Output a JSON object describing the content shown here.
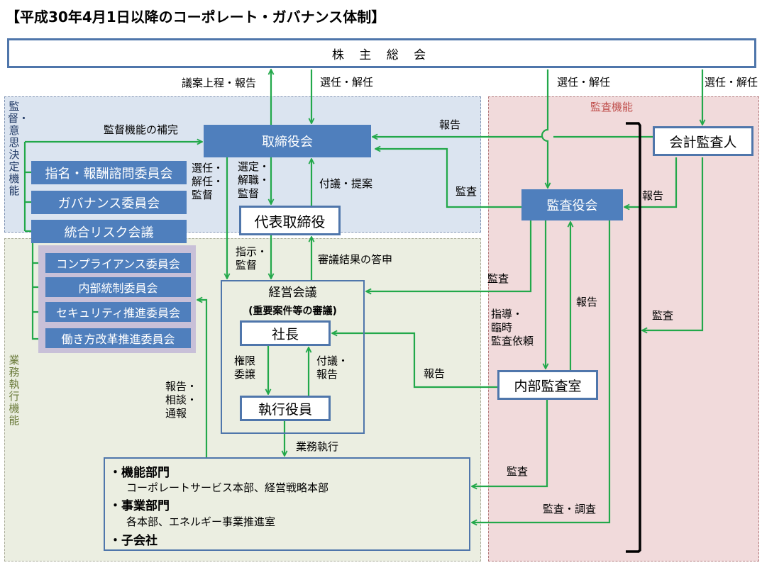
{
  "title": "【平成30年4月1日以降のコーポレート・ガバナンス体制】",
  "regions": {
    "oversight": "監督・意思決定機能",
    "execution": "業務執行機能",
    "audit": "監査機能"
  },
  "colors": {
    "accent_blue": "#4f7fbd",
    "arrow_green": "#22a84a",
    "oversight_bg": "#dbe4f0",
    "execution_bg": "#ebeee1",
    "audit_bg": "#f1dadb",
    "audit_label": "#c0504d"
  },
  "nodes": {
    "shareholders": "株 主 総 会",
    "board": "取締役会",
    "committees": [
      "指名・報酬諮問委員会",
      "ガバナンス委員会",
      "統合リスク会議"
    ],
    "subcommittees": [
      "コンプライアンス委員会",
      "内部統制委員会",
      "セキュリティ推進委員会",
      "働き方改革推進委員会"
    ],
    "rep_director": "代表取締役",
    "mgmt_meeting": "経営会議",
    "mgmt_meeting_sub": "(重要案件等の審議)",
    "president": "社長",
    "officers": "執行役員",
    "audit_board": "監査役会",
    "accounting_auditor": "会計監査人",
    "internal_audit": "内部監査室",
    "departments": [
      {
        "head": "・機能部門",
        "sub": "コーポレートサービス本部、経営戦略本部"
      },
      {
        "head": "・事業部門",
        "sub": "各本部、エネルギー事業推進室"
      },
      {
        "head": "・子会社",
        "sub": ""
      }
    ]
  },
  "labels": {
    "agenda_report": "議案上程・報告",
    "elect_dismiss_1": "選任・解任",
    "elect_dismiss_2": "選任・解任",
    "elect_dismiss_3": "選任・解任",
    "supplement": "監督機能の補完",
    "report_auditor_board": "報告",
    "elect_dismiss_supervise": [
      "選任・",
      "解任・",
      "監督"
    ],
    "select_dismiss_supervise": [
      "選定・",
      "解職・",
      "監督"
    ],
    "propose": "付議・提案",
    "audit_board_to_board": "監査",
    "report_to_audit_board": "報告",
    "instruct_supervise": [
      "指示・",
      "監督"
    ],
    "deliberation_result": "審議結果の答申",
    "audit_mgmt": "監査",
    "delegate": [
      "権限",
      "委譲"
    ],
    "propose_report": [
      "付議・",
      "報告"
    ],
    "guidance": [
      "指導・",
      "臨時",
      "監査依頼"
    ],
    "report_internal": "報告",
    "audit_right": "監査",
    "report_president": "報告",
    "report_consult": [
      "報告・",
      "相談・",
      "通報"
    ],
    "execution": "業務執行",
    "audit_depts": "監査",
    "audit_investigate": "監査・調査"
  }
}
